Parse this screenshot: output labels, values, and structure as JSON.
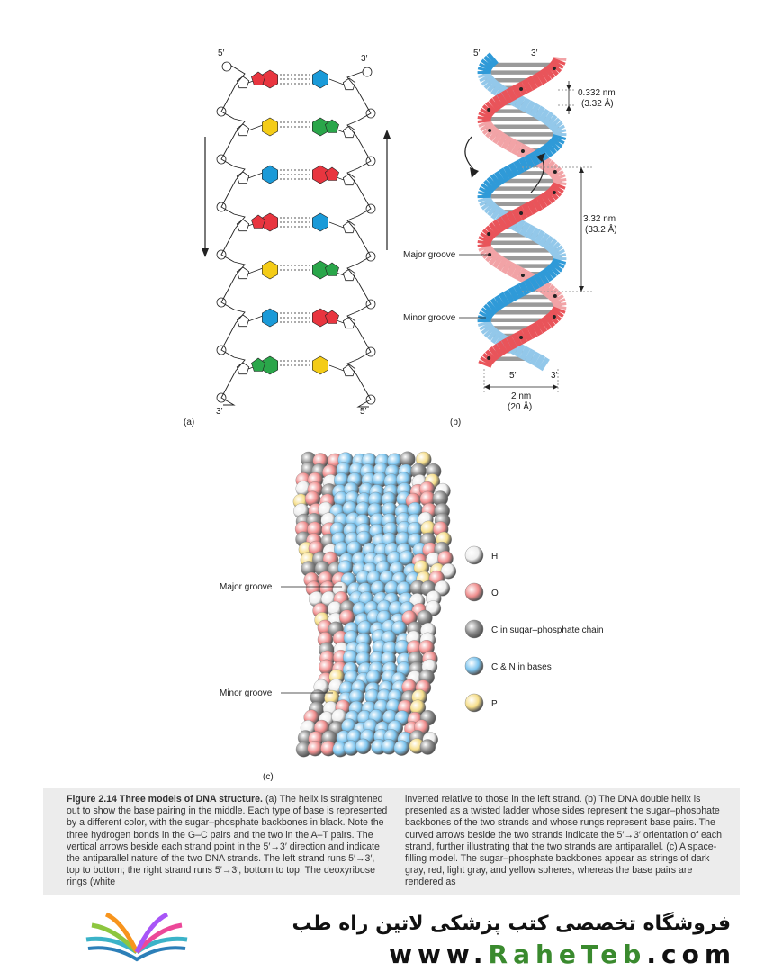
{
  "panel_a": {
    "label": "(a)",
    "top_left": "5′",
    "top_right": "3′",
    "bottom_left": "3′",
    "bottom_right": "5′",
    "colors": {
      "blue": "#1a9ad8",
      "red": "#e8353f",
      "yellow": "#f4cc17",
      "green": "#2aa64a"
    },
    "base_pairs": [
      [
        "red",
        "blue"
      ],
      [
        "yellow",
        "green"
      ],
      [
        "blue",
        "red"
      ],
      [
        "red",
        "blue"
      ],
      [
        "yellow",
        "green"
      ],
      [
        "blue",
        "red"
      ],
      [
        "green",
        "yellow"
      ]
    ]
  },
  "panel_b": {
    "label": "(b)",
    "top_5": "5′",
    "top_3": "3′",
    "rise_nm": "0.332 nm",
    "rise_a": "(3.32 Å)",
    "turn_nm": "3.32 nm",
    "turn_a": "(33.2 Å)",
    "major_groove": "Major groove",
    "minor_groove": "Minor groove",
    "bottom_5": "5′",
    "bottom_3": "3′",
    "width_nm": "2 nm",
    "width_a": "(20 Å)"
  },
  "panel_c": {
    "label": "(c)",
    "major_groove": "Major groove",
    "minor_groove": "Minor groove",
    "legend": [
      {
        "label": "H",
        "color": "#eeeeee"
      },
      {
        "label": "O",
        "color": "#f08e8e"
      },
      {
        "label": "C in sugar–phosphate chain",
        "color": "#8a8a8a"
      },
      {
        "label": "C & N in bases",
        "color": "#7cc4ee"
      },
      {
        "label": "P",
        "color": "#f6de8a"
      }
    ]
  },
  "caption": {
    "title": "Figure 2.14 Three models of DNA structure.",
    "col1_rest": "(a) The helix is straightened out to show the base pairing in the middle. Each type of base is represented by a different color, with the sugar–phosphate backbones in black. Note the three hydrogen bonds in the G–C pairs and the two in the A–T pairs. The vertical arrows beside each strand point in the 5′→3′ direction and indicate the antiparallel nature of the two DNA strands. The left strand runs 5′→3′, top to bottom; the right strand runs 5′→3′, bottom to top. The deoxyribose rings (white",
    "col2": "inverted relative to those in the left strand. (b) The DNA double helix is presented as a twisted ladder whose sides represent the sugar–phosphate backbones of the two strands and whose rungs represent base pairs. The curved arrows beside the two strands indicate the 5′→3′ orientation of each strand, further illustrating that the two strands are antiparallel. (c) A space-filling model. The sugar–phosphate backbones appear as strings of dark gray, red, light gray, and yellow spheres, whereas the base pairs are rendered as"
  },
  "footer": {
    "brand_fa": "فروشگاه تخصصی کتب پزشکی لاتین  راه طب",
    "url_prefix": "www.",
    "url_accent": "RaheTeb",
    "url_suffix": ".com"
  }
}
